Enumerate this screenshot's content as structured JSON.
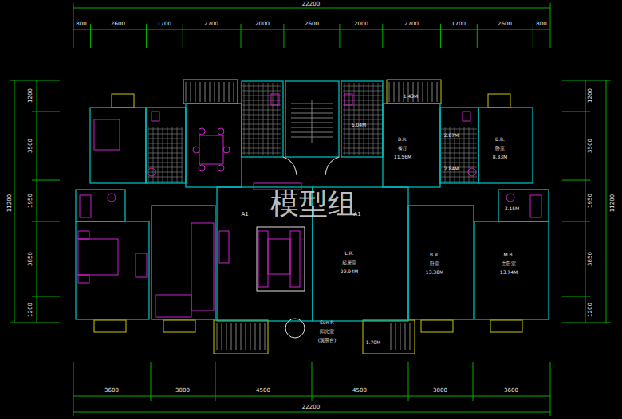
{
  "diagram": {
    "labels": [
      "22200",
      "800",
      "2600",
      "1700",
      "2700",
      "2000",
      "2600",
      "2000",
      "2700",
      "1700",
      "2600",
      "800",
      "1200",
      "3500",
      "1950",
      "3850",
      "1200",
      "11200",
      "1200",
      "3500",
      "1950",
      "3850",
      "1200",
      "11200",
      "3600",
      "3000",
      "4500",
      "4500",
      "3000",
      "3600",
      "22200",
      "1.43M",
      "6.04M",
      "B.R.",
      "餐厅",
      "11.56M",
      "B.R.",
      "卧室",
      "8.33M",
      "2.87M",
      "2.84M",
      "3.15M",
      "A1",
      "A1",
      "L.R.",
      "起居室",
      "29.94M",
      "B.R.",
      "卧室",
      "13.38M",
      "M.B.",
      "主卧室",
      "13.74M",
      "Sun P.",
      "阳光室",
      "(观景台)",
      "1.70M",
      "模型组"
    ]
  }
}
